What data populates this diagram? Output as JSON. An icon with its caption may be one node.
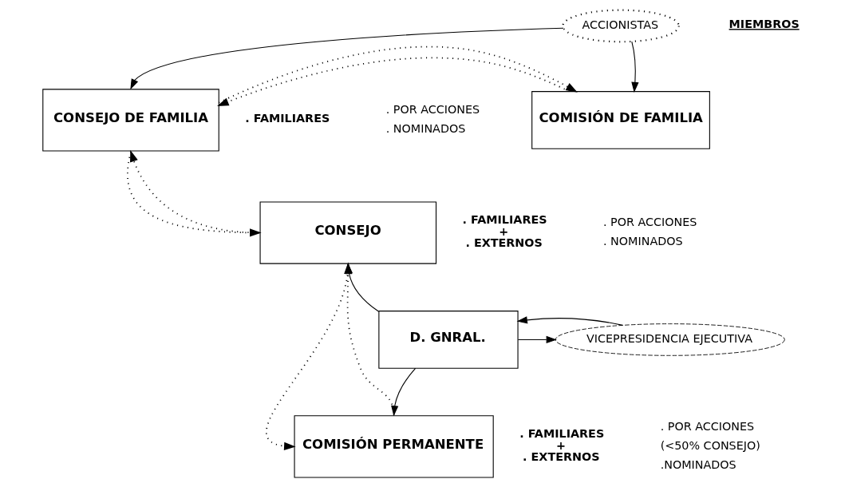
{
  "diagram": {
    "nodes": [
      {
        "text": [
          "ACCIONISTAS"
        ]
      },
      {
        "text": [
          "COMISIÓN DE FAMILIA"
        ]
      },
      {
        "text": [
          "CONSEJO DE FAMILIA"
        ],
        "beside": [
          ". FAMILIARES"
        ]
      },
      {
        "text": [
          "CONSEJO"
        ],
        "beside": [
          ". FAMILIARES",
          "+",
          ". EXTERNOS"
        ]
      },
      {
        "text": [
          "D. GNRAL."
        ]
      },
      {
        "text": [
          "VICEPRESIDENCIA EJECUTIVA"
        ]
      },
      {
        "text": [
          "COMISIÓN PERMANENTE"
        ],
        "beside": [
          ". FAMILIARES",
          "+",
          ". EXTERNOS"
        ]
      }
    ],
    "edges": [
      {
        "from": 0,
        "to": 1,
        "arrow": "to"
      },
      {
        "from": 0,
        "to": 2,
        "arrow": "to"
      },
      {
        "from": 1,
        "to": 2,
        "arrow": "to",
        "style": "dashed"
      },
      {
        "from": 2,
        "to": 1,
        "arrow": "to",
        "style": "dashed"
      },
      {
        "from": 2,
        "to": 3,
        "arrow": "to",
        "style": "dashed"
      },
      {
        "from": 3,
        "to": 2,
        "arrow": "to",
        "style": "dashed"
      },
      {
        "from": 4,
        "to": 3,
        "arrow": "to"
      },
      {
        "from": 4,
        "to": 5,
        "arrow": "to"
      },
      {
        "from": 5,
        "to": 4,
        "arrow": "to"
      },
      {
        "from": 4,
        "to": 6,
        "arrow": "to"
      },
      {
        "from": 3,
        "to": 6,
        "arrow": "to",
        "style": "dashed"
      },
      {
        "from": 6,
        "to": 3,
        "arrow": "to",
        "style": "dashed"
      }
    ],
    "labels": [
      "MIEMBROS",
      ". POR ACCIONES",
      ". NOMINADOS",
      ". POR ACCIONES",
      ". NOMINADOS",
      ". POR ACCIONES",
      "(<50% CONSEJO)",
      ".NOMINADOS"
    ]
  }
}
